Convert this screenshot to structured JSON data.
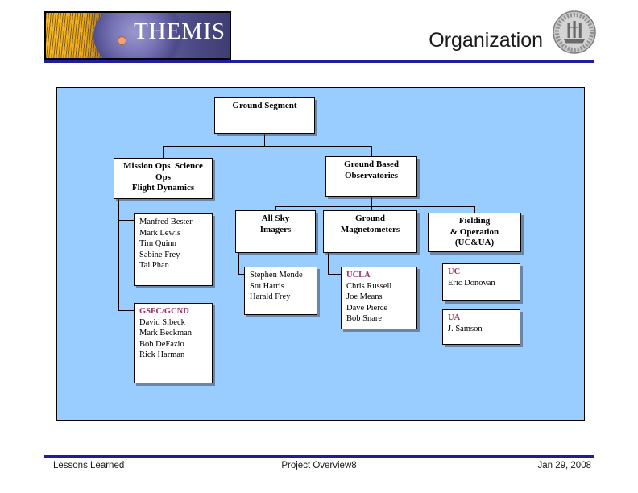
{
  "header": {
    "logo_text": "THEMIS",
    "title": "Organization"
  },
  "org_chart": {
    "ground_segment": {
      "label": "Ground Segment"
    },
    "mission_ops": {
      "lines": [
        "Mission Ops  Science",
        "Ops",
        "Flight Dynamics"
      ]
    },
    "ground_based_observatories": {
      "lines": [
        "Ground Based",
        "Observatories"
      ]
    },
    "mission_ops_team": {
      "members": [
        "Manfred Bester",
        "Mark Lewis",
        "Tim Quinn",
        "Sabine Frey",
        "Tai Phan"
      ]
    },
    "gsfc_gcnd": {
      "heading": "GSFC/GCND",
      "members": [
        "David Sibeck",
        "Mark Beckman",
        "Bob DeFazio",
        "Rick Harman"
      ]
    },
    "all_sky_imagers": {
      "lines": [
        "All Sky",
        "Imagers"
      ]
    },
    "ground_magnetometers": {
      "lines": [
        "Ground",
        "Magnetometers"
      ]
    },
    "fielding_operation": {
      "lines": [
        "Fielding",
        "& Operation",
        "(UC&UA)"
      ]
    },
    "all_sky_team": {
      "members": [
        "Stephen Mende",
        "Stu Harris",
        "Harald Frey"
      ]
    },
    "ucla_team": {
      "heading": "UCLA",
      "members": [
        "Chris Russell",
        "Joe Means",
        "Dave Pierce",
        "Bob Snare"
      ]
    },
    "uc_team": {
      "heading": "UC",
      "members": [
        "Eric Donovan"
      ]
    },
    "ua_team": {
      "heading": "UA",
      "members": [
        "J. Samson"
      ]
    }
  },
  "footer": {
    "left": "Lessons Learned",
    "center": "Project Overview8",
    "right": "Jan 29, 2008"
  },
  "colors": {
    "panel_background": "#99CCFF",
    "rule_navy": "#1F1F9E",
    "heading_accent": "#993366",
    "logo_gold": "#F4B728",
    "box_border": "#000000"
  }
}
